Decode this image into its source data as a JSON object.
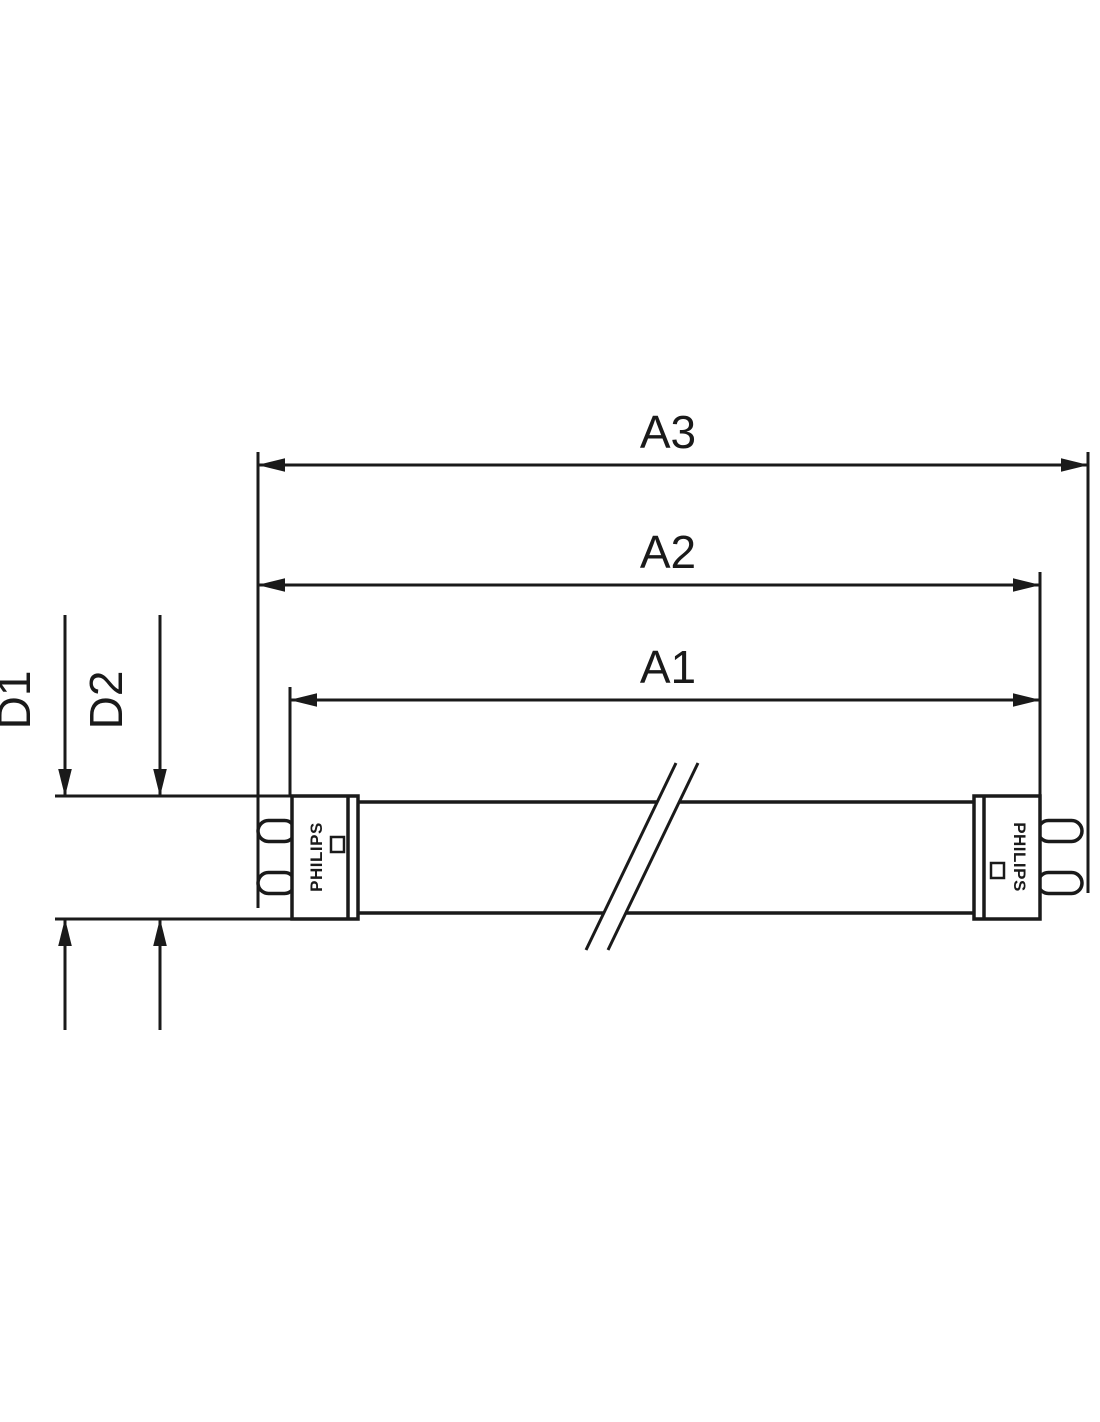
{
  "dimensions": {
    "a3": {
      "label": "A3"
    },
    "a2": {
      "label": "A2"
    },
    "a1": {
      "label": "A1"
    },
    "d1": {
      "label": "D1"
    },
    "d2": {
      "label": "D2"
    }
  },
  "tube": {
    "left_cap_brand": "PHILIPS",
    "right_cap_brand": "PHILIPS"
  },
  "colors": {
    "line": "#1a1a1a",
    "background": "#ffffff"
  }
}
